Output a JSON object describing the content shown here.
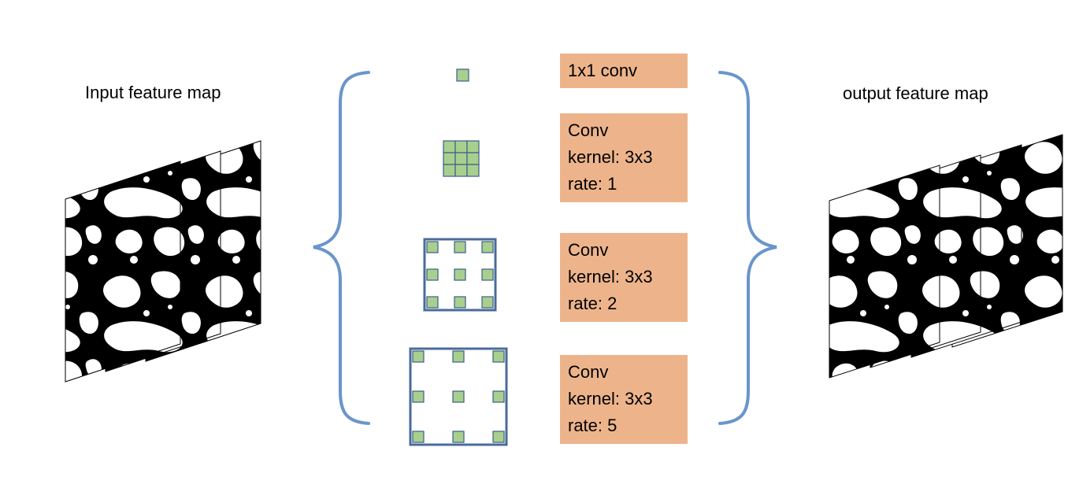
{
  "input_map": {
    "title": "Input feature map",
    "layers": 3
  },
  "output_map": {
    "title": "output feature map",
    "layers": 4
  },
  "colors": {
    "brace": "#6a95cc",
    "box": "#edb48b",
    "kernel_cell": "#a9cf8e",
    "kernel_cell_border": "#3b5f8a",
    "receptive_field_border": "#4a6b98"
  },
  "branches": [
    {
      "label_lines": [
        "1x1 conv"
      ],
      "kernel": "1x1",
      "rate": null
    },
    {
      "label_lines": [
        "Conv",
        "kernel: 3x3",
        "rate: 1"
      ],
      "kernel": "3x3",
      "rate": 1
    },
    {
      "label_lines": [
        "Conv",
        "kernel: 3x3",
        "rate: 2"
      ],
      "kernel": "3x3",
      "rate": 2
    },
    {
      "label_lines": [
        "Conv",
        "kernel: 3x3",
        "rate: 5"
      ],
      "kernel": "3x3",
      "rate": 5
    }
  ]
}
